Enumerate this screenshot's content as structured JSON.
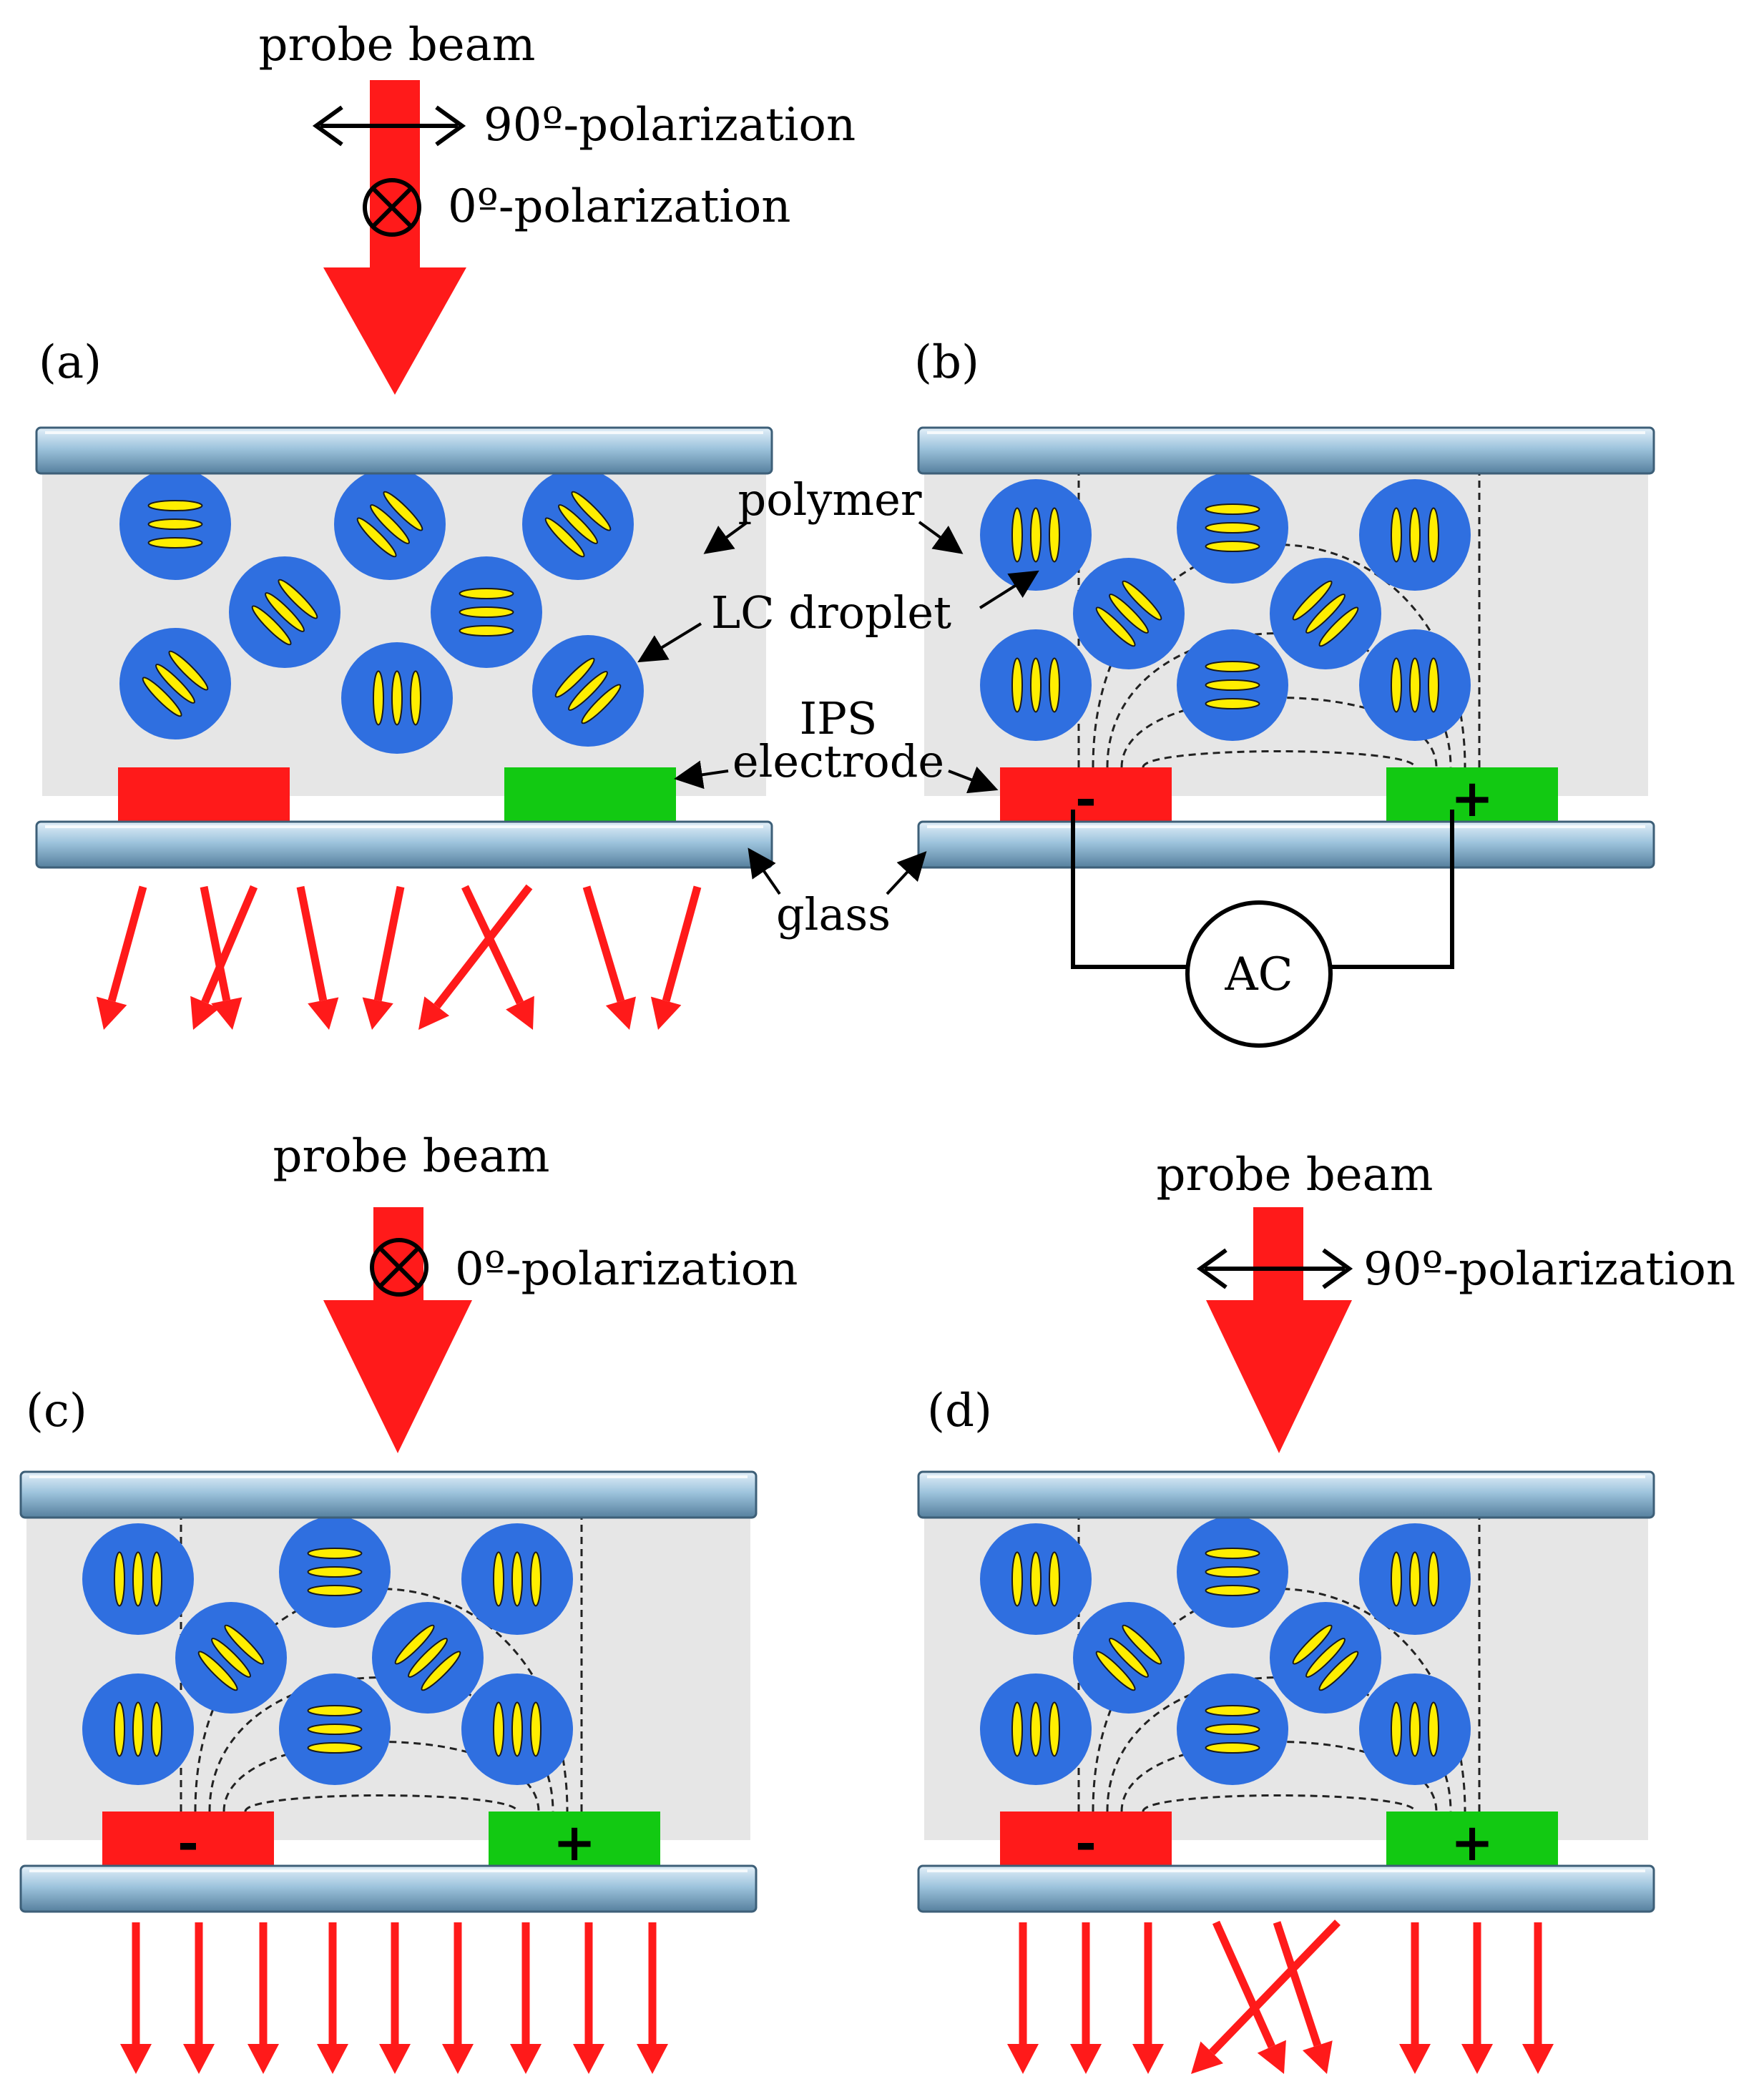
{
  "labels": {
    "probe_beam": "probe beam",
    "pol_90": "90º-polarization",
    "pol_0": "0º-polarization",
    "panel_a": "(a)",
    "panel_b": "(b)",
    "panel_c": "(c)",
    "panel_d": "(d)",
    "polymer": "polymer",
    "lc_droplet": "LC droplet",
    "ips": "IPS",
    "electrode": "electrode",
    "glass": "glass",
    "ac": "AC",
    "minus": "-",
    "plus": "+"
  },
  "colors": {
    "beam": "#ff1a1a",
    "droplet": "#2f6fe0",
    "molecule": "#ffee00",
    "electrode_negative": "#ff1a1a",
    "electrode_positive": "#12c912",
    "polymer": "#e6e6e6",
    "glass": "#9ec4dd"
  },
  "icons": {
    "into_page_symbol": "circle-x-icon",
    "double_arrow": "double-headed-arrow-icon"
  }
}
